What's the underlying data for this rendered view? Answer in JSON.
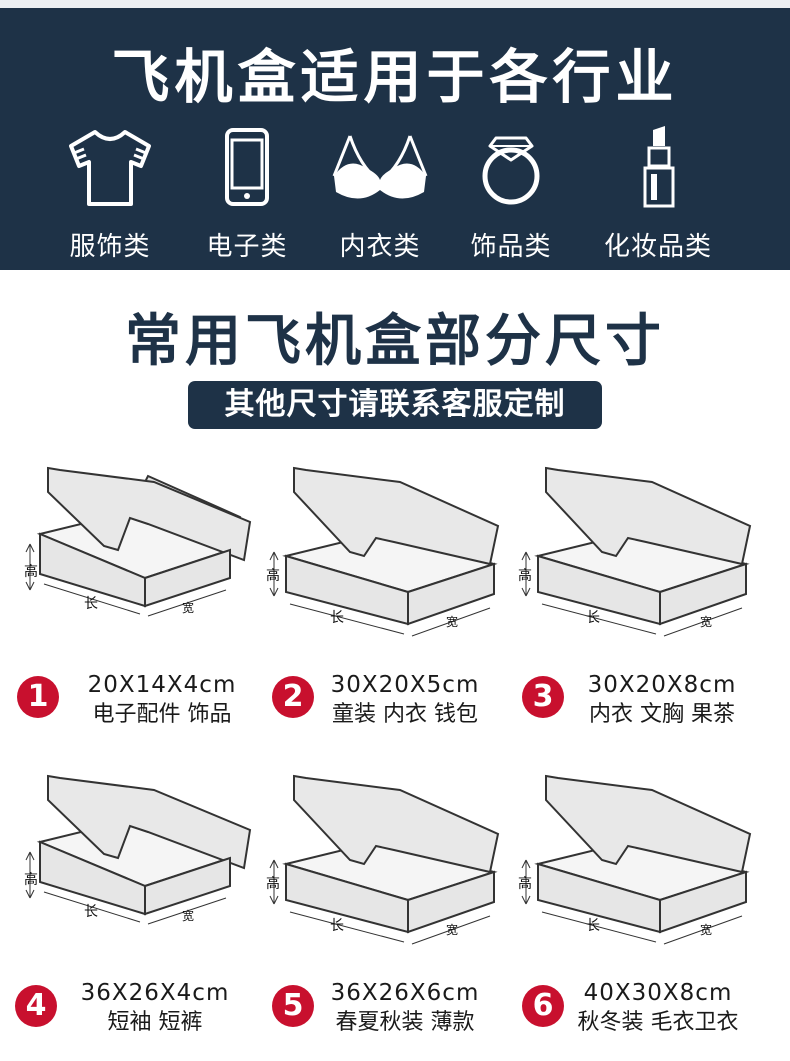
{
  "banner": {
    "title": "飞机盒适用于各行业",
    "categories": [
      {
        "label": "服饰类",
        "icon": "tshirt-icon"
      },
      {
        "label": "电子类",
        "icon": "phone-icon"
      },
      {
        "label": "内衣类",
        "icon": "bra-icon"
      },
      {
        "label": "饰品类",
        "icon": "ring-icon"
      },
      {
        "label": "化妆品类",
        "icon": "lipstick-icon"
      }
    ]
  },
  "sizes_section": {
    "title": "常用飞机盒部分尺寸",
    "subtitle": "其他尺寸请联系客服定制",
    "diagram_labels": {
      "height": "高",
      "length": "长",
      "width": "宽"
    },
    "boxes": [
      {
        "number": "1",
        "size": "20X14X4cm",
        "usage": "电子配件 饰品"
      },
      {
        "number": "2",
        "size": "30X20X5cm",
        "usage": "童装 内衣 钱包"
      },
      {
        "number": "3",
        "size": "30X20X8cm",
        "usage": "内衣 文胸 果茶"
      },
      {
        "number": "4",
        "size": "36X26X4cm",
        "usage": "短袖 短裤"
      },
      {
        "number": "5",
        "size": "36X26X6cm",
        "usage": "春夏秋装 薄款"
      },
      {
        "number": "6",
        "size": "40X30X8cm",
        "usage": "秋冬装 毛衣卫衣"
      }
    ]
  },
  "colors": {
    "navy": "#1e3247",
    "badge_red": "#c8102e",
    "box_fill": "#e6e6e6"
  }
}
